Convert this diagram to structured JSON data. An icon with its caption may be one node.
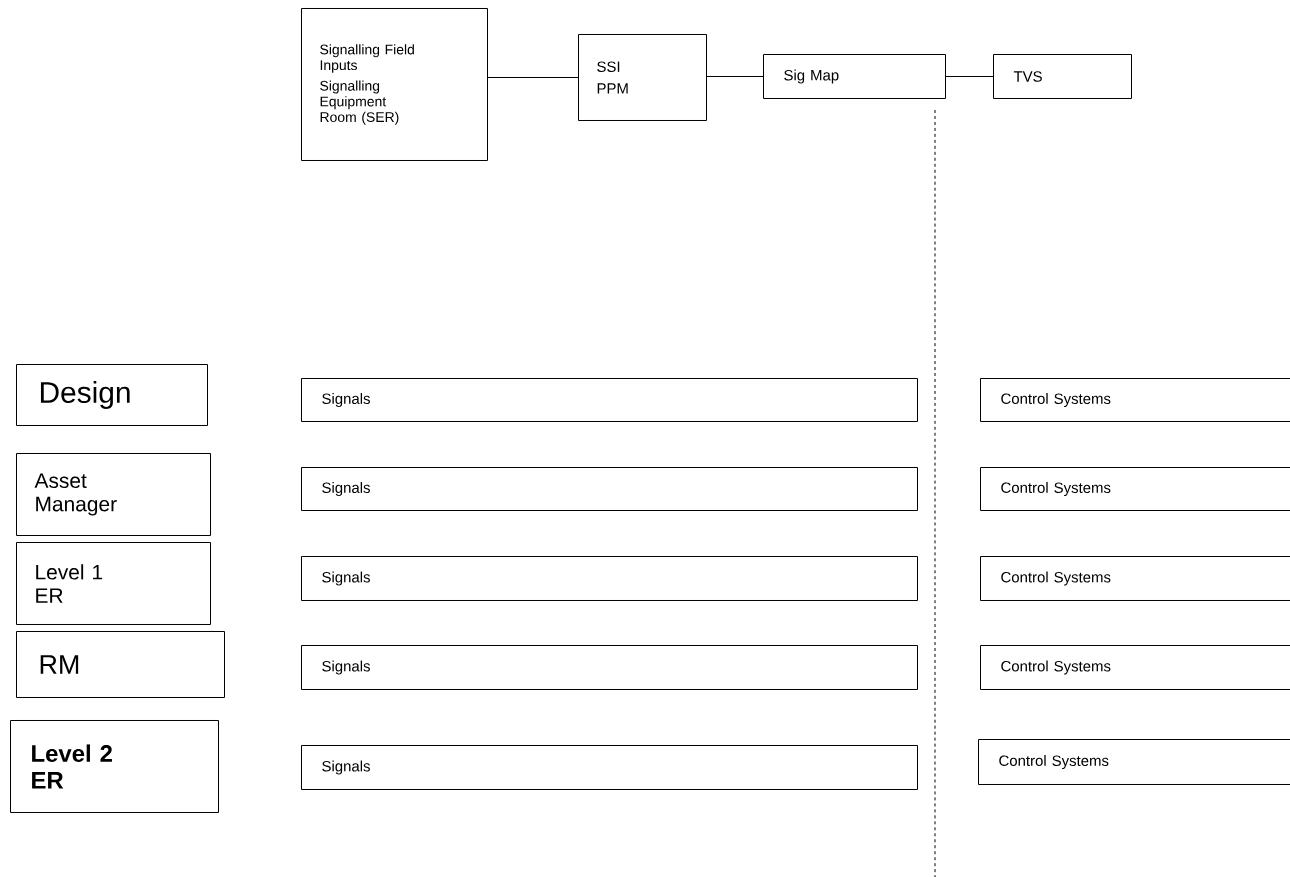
{
  "diagram": {
    "nodes": [
      {
        "text": [
          "Signalling Field Inputs",
          "Signalling Equipment Room (SER)"
        ]
      },
      {
        "text": [
          "SSI",
          "PPM"
        ]
      },
      {
        "text": [
          "Sig Map"
        ]
      },
      {
        "text": [
          "TVS"
        ]
      },
      {
        "text": [
          "Design"
        ]
      },
      {
        "text": [
          "Signals"
        ]
      },
      {
        "text": [
          "Control Systems"
        ]
      },
      {
        "text": [
          "Asset Manager"
        ]
      },
      {
        "text": [
          "Signals"
        ]
      },
      {
        "text": [
          "Control Systems"
        ]
      },
      {
        "text": [
          "Level 1 ER"
        ]
      },
      {
        "text": [
          "Signals"
        ]
      },
      {
        "text": [
          "Control Systems"
        ]
      },
      {
        "text": [
          "RM"
        ]
      },
      {
        "text": [
          "Signals"
        ]
      },
      {
        "text": [
          "Control Systems"
        ]
      },
      {
        "text": [
          "Level 2 ER"
        ]
      },
      {
        "text": [
          "Signals"
        ]
      },
      {
        "text": [
          "Control Systems"
        ]
      }
    ],
    "edges": [
      {
        "from": 0,
        "to": 1,
        "arrow": "none"
      },
      {
        "from": 1,
        "to": 2,
        "arrow": "none"
      },
      {
        "from": 2,
        "to": 3,
        "arrow": "none"
      }
    ]
  }
}
